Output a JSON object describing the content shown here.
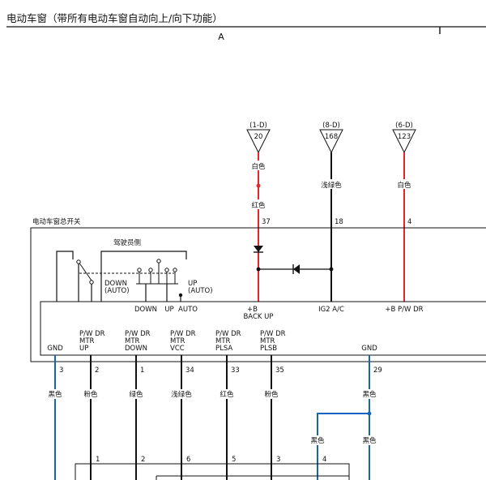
{
  "title": "电动车窗（带所有电动车窗自动向上/向下功能）",
  "page_marker": "A",
  "connectors": [
    {
      "id": "(1-D)",
      "pin": "20"
    },
    {
      "id": "(8-D)",
      "pin": "168"
    },
    {
      "id": "(6-D)",
      "pin": "123"
    }
  ],
  "upper_wires": [
    {
      "color_top": "白色",
      "color_bottom": "红色",
      "pin": "37"
    },
    {
      "color": "浅绿色",
      "pin": "18"
    },
    {
      "color": "白色",
      "pin": "4"
    }
  ],
  "master_switch": {
    "label": "电动车窗总开关",
    "driver_side_label": "驾驶员侧",
    "down_auto": "DOWN\n(AUTO)",
    "up_auto": "UP\n(AUTO)",
    "down_label": "DOWN",
    "up_label": "UP",
    "auto_label": "AUTO",
    "top_terminals": [
      "+B\nBACK UP",
      "IG2 A/C",
      "+B P/W DR"
    ],
    "bottom_terminals": [
      {
        "label": "GND",
        "pin": "3",
        "color": "黑色"
      },
      {
        "label": "P/W DR\nMTR\nUP",
        "pin": "2",
        "color": "粉色"
      },
      {
        "label": "P/W DR\nMTR\nDOWN",
        "pin": "1",
        "color": "绿色"
      },
      {
        "label": "P/W DR\nMTR\nVCC",
        "pin": "34",
        "color": "浅绿色"
      },
      {
        "label": "P/W DR\nMTR\nPLSA",
        "pin": "33",
        "color": "红色"
      },
      {
        "label": "P/W DR\nMTR\nPLSB",
        "pin": "35",
        "color": "粉色"
      },
      {
        "label": "GND",
        "pin": "29",
        "color": "黑色"
      }
    ]
  },
  "lower_branch": {
    "left_color": "黑色",
    "right_color": "黑色"
  },
  "motor_pins": [
    "1",
    "2",
    "6",
    "5",
    "3",
    "4"
  ],
  "colors": {
    "red": "#e8242b",
    "blue": "#1565c0",
    "black": "#111111"
  }
}
